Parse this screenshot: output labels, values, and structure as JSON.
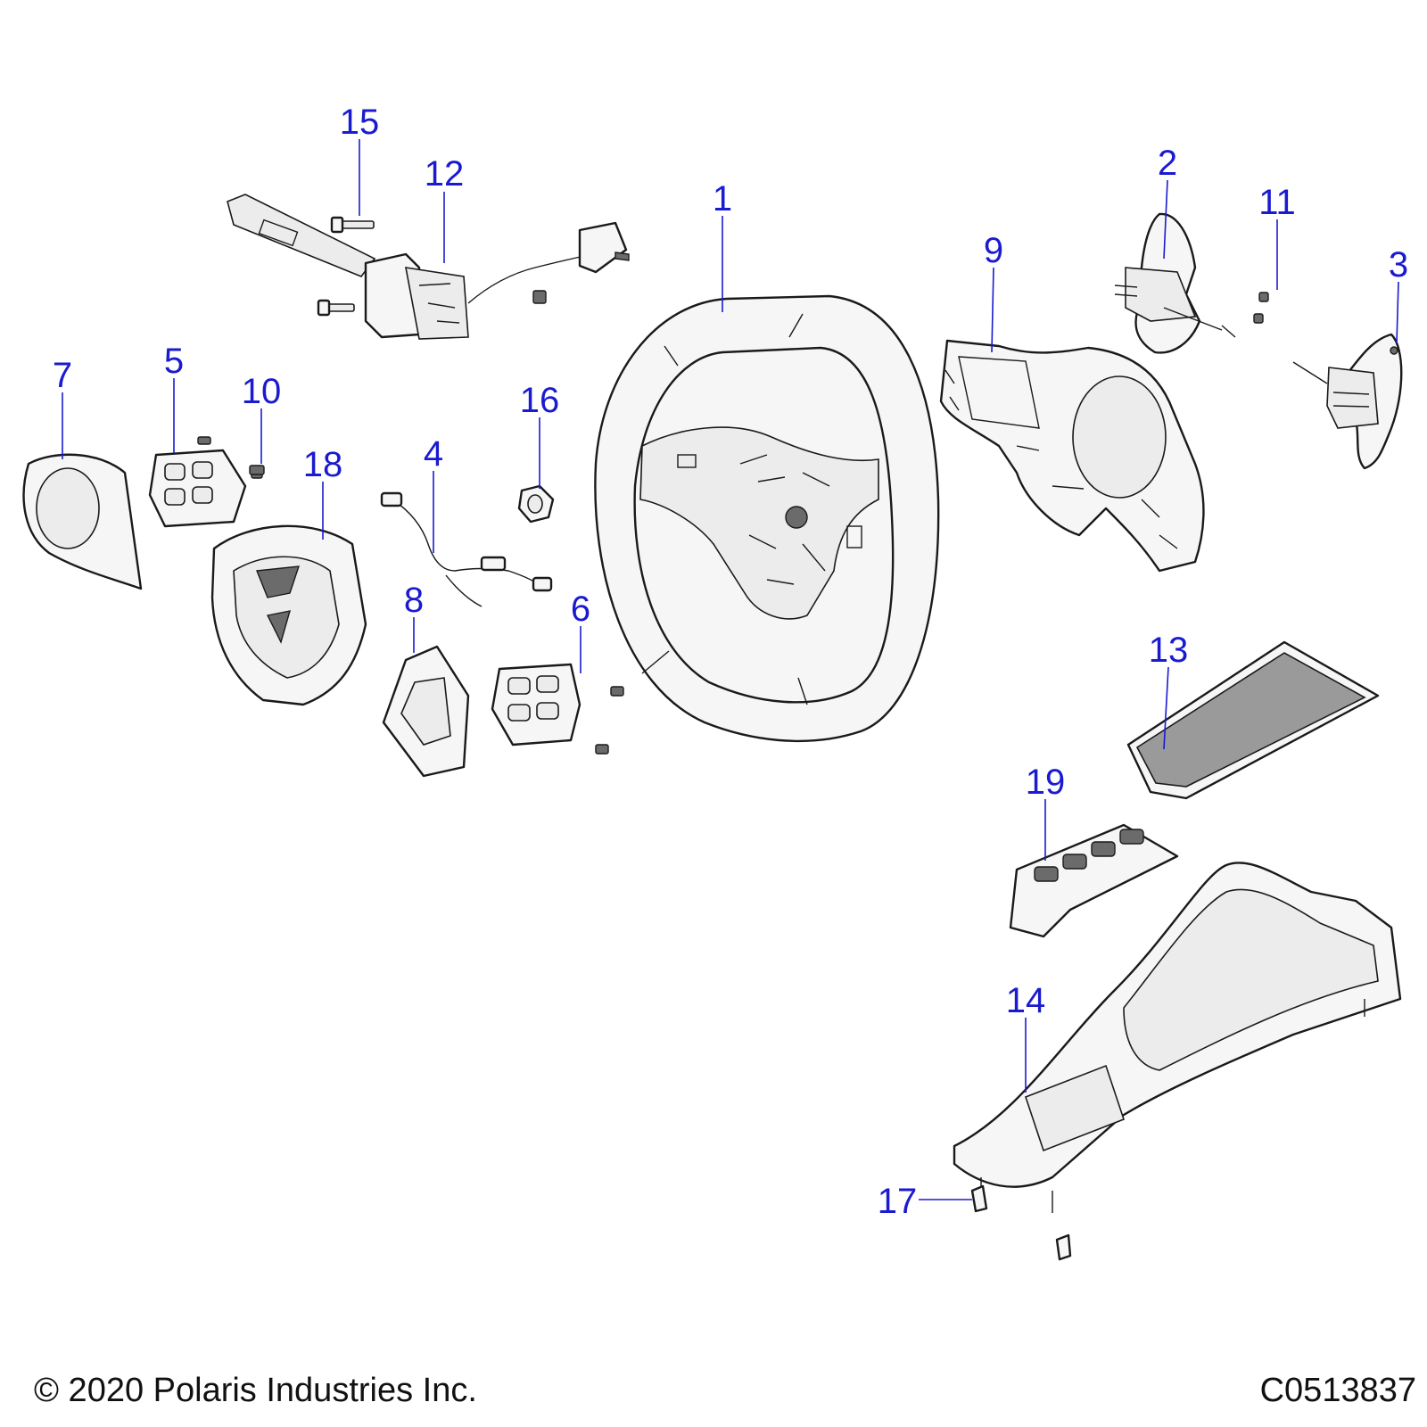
{
  "diagram": {
    "callouts": [
      "1",
      "2",
      "3",
      "4",
      "5",
      "6",
      "7",
      "8",
      "9",
      "10",
      "11",
      "12",
      "13",
      "14",
      "15",
      "16",
      "17",
      "18",
      "19"
    ]
  },
  "footer": {
    "copyright": "© 2020 Polaris Industries Inc.",
    "drawing_number": "C0513837"
  },
  "colors": {
    "callout": "#1a1ad0",
    "line": "#1a1a1a",
    "background": "#ffffff"
  }
}
